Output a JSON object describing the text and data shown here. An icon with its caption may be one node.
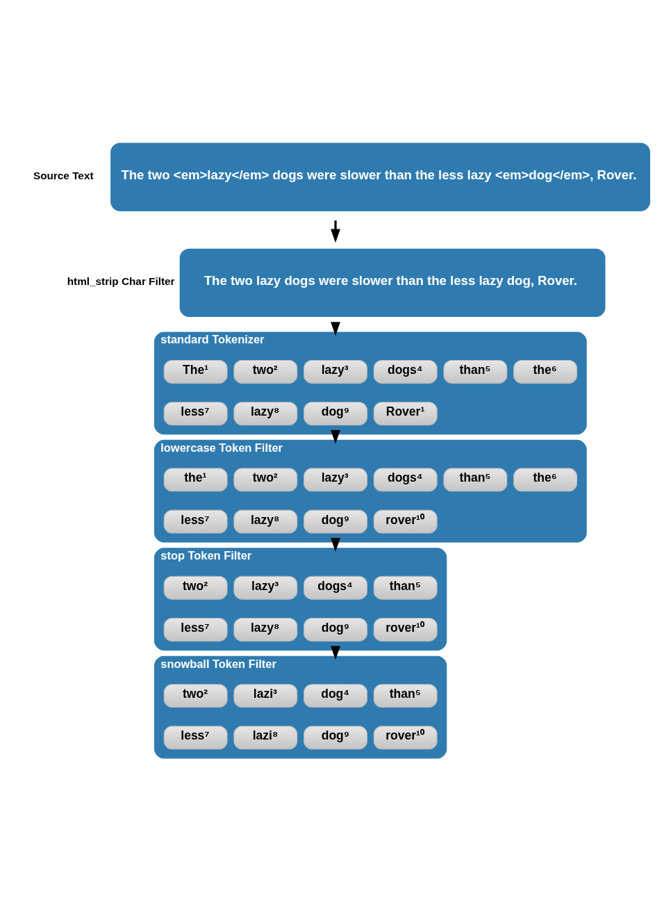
{
  "diagram": {
    "nodes": [
      {
        "text": [
          "Source Text",
          "The two <em>lazy</em> dogs were slower than the less lazy <em>dog</em>, Rover."
        ]
      },
      {
        "text": [
          "html_strip Char Filter",
          "The two lazy dogs were slower than the less lazy dog, Rover."
        ]
      },
      {
        "text": [
          "standard Tokenizer"
        ]
      },
      {
        "text": [
          "The¹"
        ],
        "in": 2
      },
      {
        "text": [
          "two²"
        ],
        "in": 2
      },
      {
        "text": [
          "lazy³"
        ],
        "in": 2
      },
      {
        "text": [
          "dogs⁴"
        ],
        "in": 2
      },
      {
        "text": [
          "than⁵"
        ],
        "in": 2
      },
      {
        "text": [
          "the⁶"
        ],
        "in": 2
      },
      {
        "text": [
          "less⁷"
        ],
        "in": 2
      },
      {
        "text": [
          "lazy⁸"
        ],
        "in": 2
      },
      {
        "text": [
          "dog⁹"
        ],
        "in": 2
      },
      {
        "text": [
          "Rover¹"
        ],
        "in": 2
      },
      {
        "text": [
          "lowercase Token Filter"
        ]
      },
      {
        "text": [
          "the¹"
        ],
        "in": 13
      },
      {
        "text": [
          "two²"
        ],
        "in": 13
      },
      {
        "text": [
          "lazy³"
        ],
        "in": 13
      },
      {
        "text": [
          "dogs⁴"
        ],
        "in": 13
      },
      {
        "text": [
          "than⁵"
        ],
        "in": 13
      },
      {
        "text": [
          "the⁶"
        ],
        "in": 13
      },
      {
        "text": [
          "less⁷"
        ],
        "in": 13
      },
      {
        "text": [
          "lazy⁸"
        ],
        "in": 13
      },
      {
        "text": [
          "dog⁹"
        ],
        "in": 13
      },
      {
        "text": [
          "rover¹⁰"
        ],
        "in": 13
      },
      {
        "text": [
          "stop Token Filter"
        ]
      },
      {
        "text": [
          "two²"
        ],
        "in": 24
      },
      {
        "text": [
          "lazy³"
        ],
        "in": 24
      },
      {
        "text": [
          "dogs⁴"
        ],
        "in": 24
      },
      {
        "text": [
          "than⁵"
        ],
        "in": 24
      },
      {
        "text": [
          "less⁷"
        ],
        "in": 24
      },
      {
        "text": [
          "lazy⁸"
        ],
        "in": 24
      },
      {
        "text": [
          "dog⁹"
        ],
        "in": 24
      },
      {
        "text": [
          "rover¹⁰"
        ],
        "in": 24
      },
      {
        "text": [
          "snowball Token Filter"
        ]
      },
      {
        "text": [
          "two²"
        ],
        "in": 33
      },
      {
        "text": [
          "lazi³"
        ],
        "in": 33
      },
      {
        "text": [
          "dog⁴"
        ],
        "in": 33
      },
      {
        "text": [
          "than⁵"
        ],
        "in": 33
      },
      {
        "text": [
          "less⁷"
        ],
        "in": 33
      },
      {
        "text": [
          "lazi⁸"
        ],
        "in": 33
      },
      {
        "text": [
          "dog⁹"
        ],
        "in": 33
      },
      {
        "text": [
          "rover¹⁰"
        ],
        "in": 33
      }
    ],
    "edges": [
      {
        "from": 0,
        "to": 1,
        "arrow": "to"
      },
      {
        "from": 1,
        "to": 2,
        "arrow": "to"
      },
      {
        "from": 2,
        "to": 13,
        "arrow": "to"
      },
      {
        "from": 13,
        "to": 24,
        "arrow": "to"
      },
      {
        "from": 24,
        "to": 33,
        "arrow": "to"
      }
    ]
  }
}
